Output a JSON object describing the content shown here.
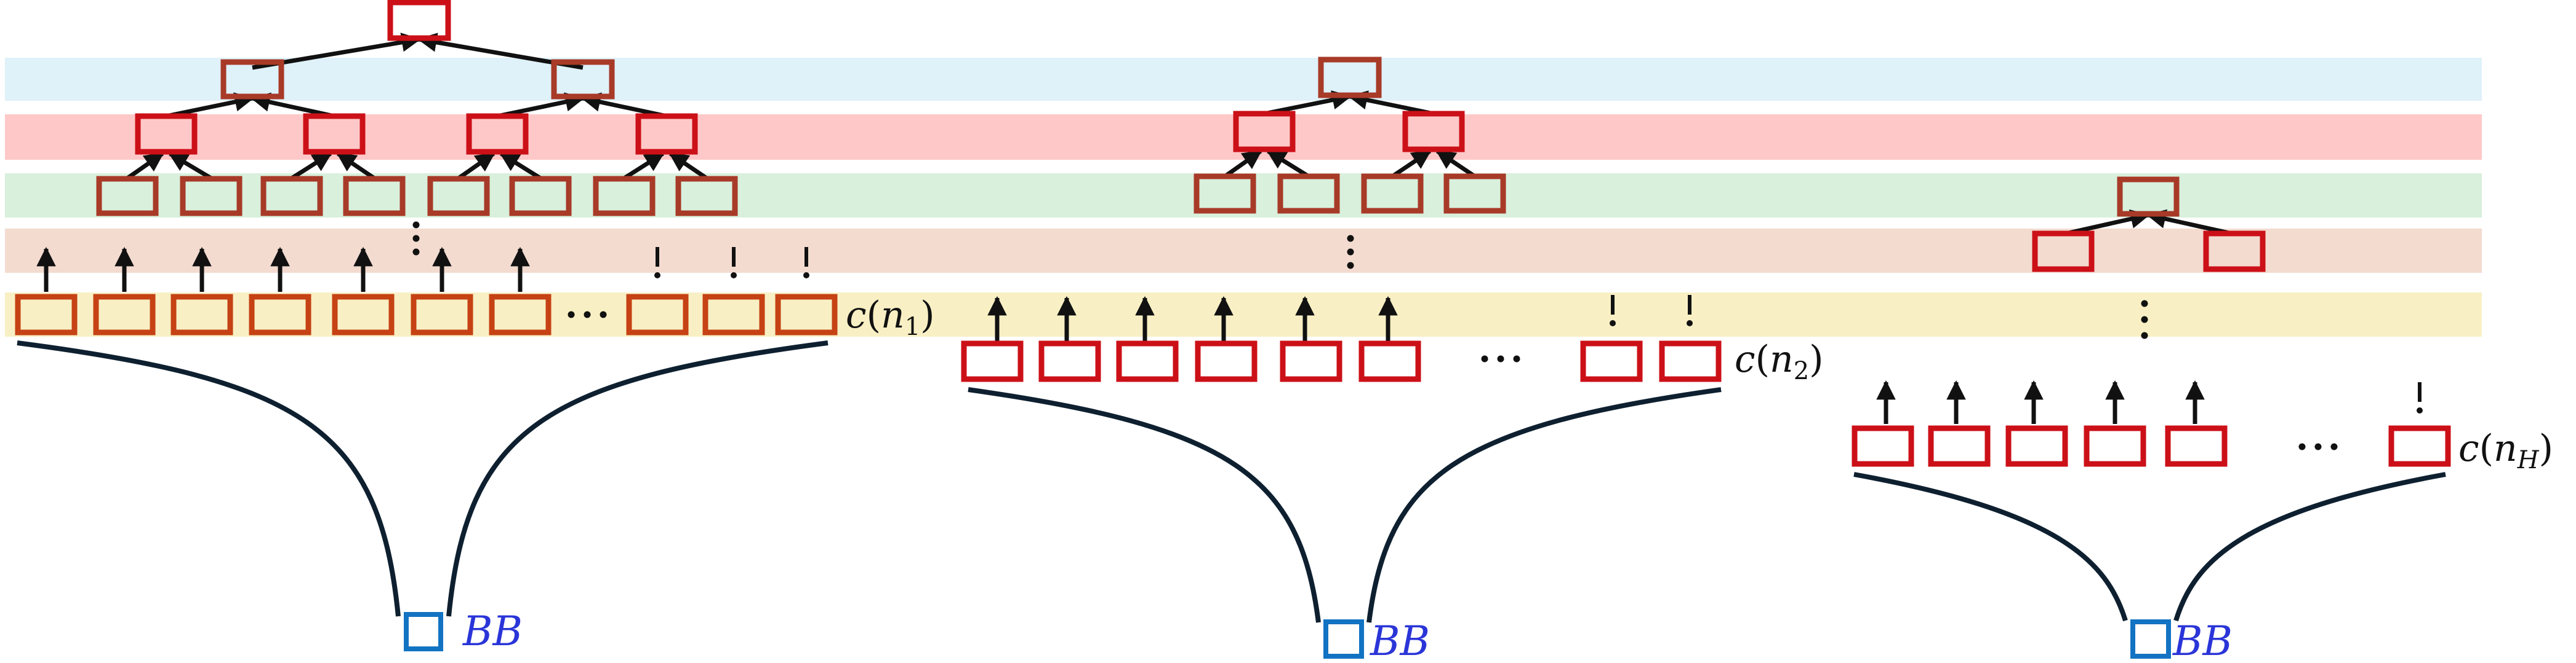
{
  "colors": {
    "band_blue": "#dff1f9",
    "band_red": "#ffc8c8",
    "band_green": "#d8f0dc",
    "band_salmon": "#f3dbd0",
    "band_yellow": "#f8f0c4",
    "node_red": "#cc1018",
    "node_brown": "#a83a28",
    "node_orange": "#c64214",
    "bb_blue": "#1273c3",
    "edge": "#111111",
    "funnel": "#0e2030",
    "label": "#111111",
    "bb_label": "#2a35d8"
  },
  "trees": [
    {
      "label": {
        "func": "c",
        "var": "n",
        "sub": "1"
      },
      "bb_label": "BB"
    },
    {
      "label": {
        "func": "c",
        "var": "n",
        "sub": "2"
      },
      "bb_label": "BB"
    },
    {
      "label": {
        "func": "c",
        "var": "n",
        "sub": "H"
      },
      "bb_label": "BB"
    }
  ],
  "ellipsis": "···",
  "exclamation": "!"
}
